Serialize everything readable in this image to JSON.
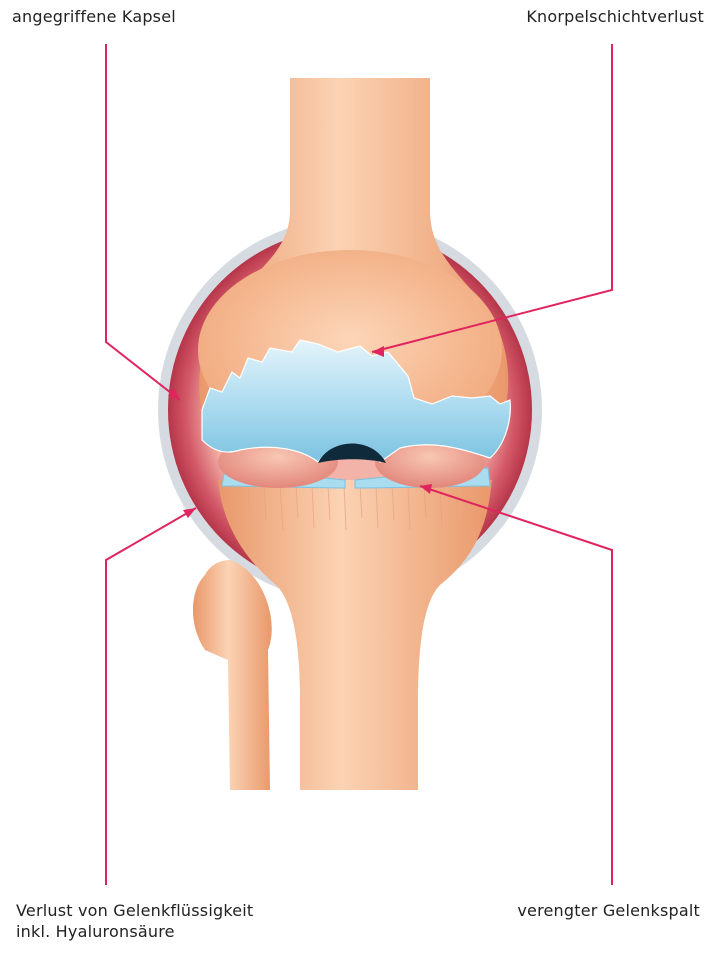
{
  "labels": {
    "top_left": "angegriffene Kapsel",
    "top_right": "Knorpelschichtverlust",
    "bottom_left_line1": "Verlust von Gelenkflüssigkeit",
    "bottom_left_line2": "inkl. Hyaluronsäure",
    "bottom_right": "verengter Gelenkspalt"
  },
  "colors": {
    "leader_line": "#e0245e",
    "bone": "#f6b98f",
    "cartilage": "#a9dcef",
    "capsule": "#c7485a",
    "capsule_outer": "#d6dbe1",
    "joint_gap": "#0f2a3a"
  }
}
